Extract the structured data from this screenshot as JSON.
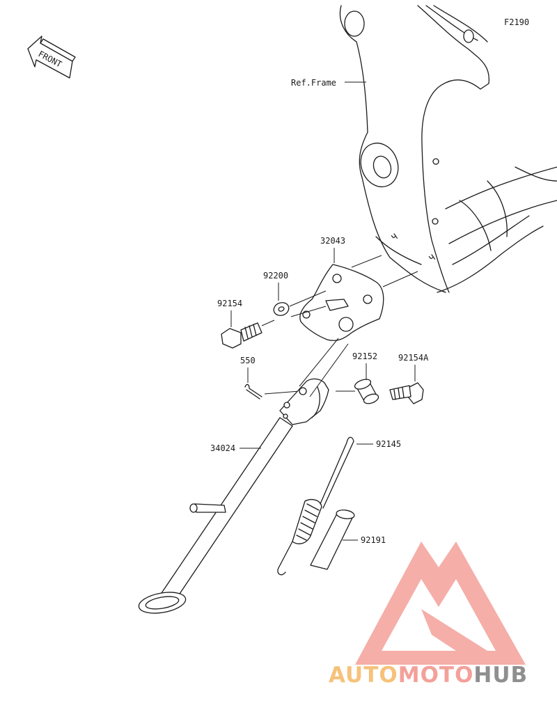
{
  "diagram": {
    "figure_code": "F2190",
    "front_label": "FRONT",
    "ref_label": "Ref.Frame",
    "part_labels": {
      "p32043": "32043",
      "p92200": "92200",
      "p92154": "92154",
      "p550": "550",
      "p92152": "92152",
      "p92154a": "92154A",
      "p34024": "34024",
      "p92145": "92145",
      "p92191": "92191"
    }
  },
  "watermark": {
    "part1": "AUTO",
    "part2": "MOTO",
    "part3": "HUB",
    "colors": {
      "orange": "#f6c27a",
      "red": "#f4a09a",
      "gray": "#8f8f8f"
    }
  }
}
